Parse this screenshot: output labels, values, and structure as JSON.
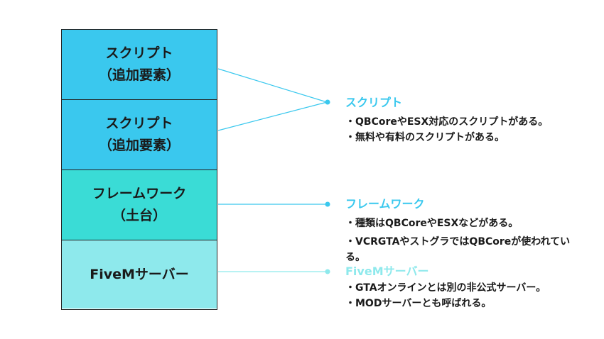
{
  "colors": {
    "layer_script": "#3ac8ee",
    "layer_framework": "#3adcd6",
    "layer_server": "#8ee9ec",
    "accent": "#3ac8ee",
    "accent_light": "#8ee9ec",
    "connector": "#3ac8ee"
  },
  "layers": [
    {
      "title": "スクリプト",
      "subtitle": "（追加要素）"
    },
    {
      "title": "スクリプト",
      "subtitle": "（追加要素）"
    },
    {
      "title": "フレームワーク",
      "subtitle": "（土台）"
    },
    {
      "title": "FiveMサーバー",
      "subtitle": ""
    }
  ],
  "notes": [
    {
      "title": "スクリプト",
      "lines": [
        "・QBCoreやESX対応のスクリプトがある。",
        "・無料や有料のスクリプトがある。"
      ]
    },
    {
      "title": "フレームワーク",
      "lines": [
        "・種類はQBCoreやESXなどがある。",
        "・VCRGTAやストグラではQBCoreが使われている。"
      ]
    },
    {
      "title": "FiveMサーバー",
      "lines": [
        "・GTAオンラインとは別の非公式サーバー。",
        "・MODサーバーとも呼ばれる。"
      ]
    }
  ]
}
